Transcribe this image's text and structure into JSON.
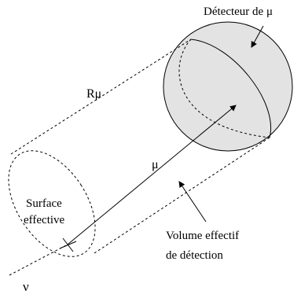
{
  "labels": {
    "detector": "Détecteur de μ",
    "range": "Rμ",
    "muon": "μ",
    "surface_line1": "Surface",
    "surface_line2": "effective",
    "volume_line1": "Volume effectif",
    "volume_line2": "de détection",
    "neutrino": "ν"
  },
  "colors": {
    "sphere_fill": "#e3e3e3",
    "stroke": "#000000",
    "background": "#ffffff"
  }
}
